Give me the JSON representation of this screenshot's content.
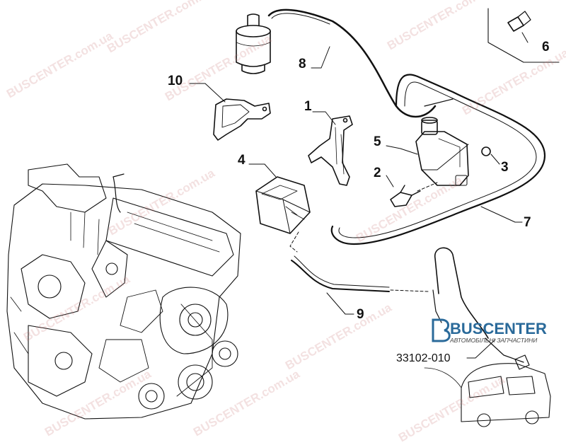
{
  "callouts": {
    "c1": "1",
    "c2": "2",
    "c3": "3",
    "c4": "4",
    "c5": "5",
    "c6": "6",
    "c7": "7",
    "c8": "8",
    "c9": "9",
    "c10": "10"
  },
  "part_number": "33102-010",
  "brand": {
    "name": "BUSCENTER",
    "tagline": "АВТОМОБІЛЬНІ ЗАПЧАСТИНИ"
  },
  "watermark": "BUSCENTER.com.ua",
  "colors": {
    "line": "#111111",
    "watermark": "#d08080",
    "brand_blue": "#2a6a9a"
  }
}
